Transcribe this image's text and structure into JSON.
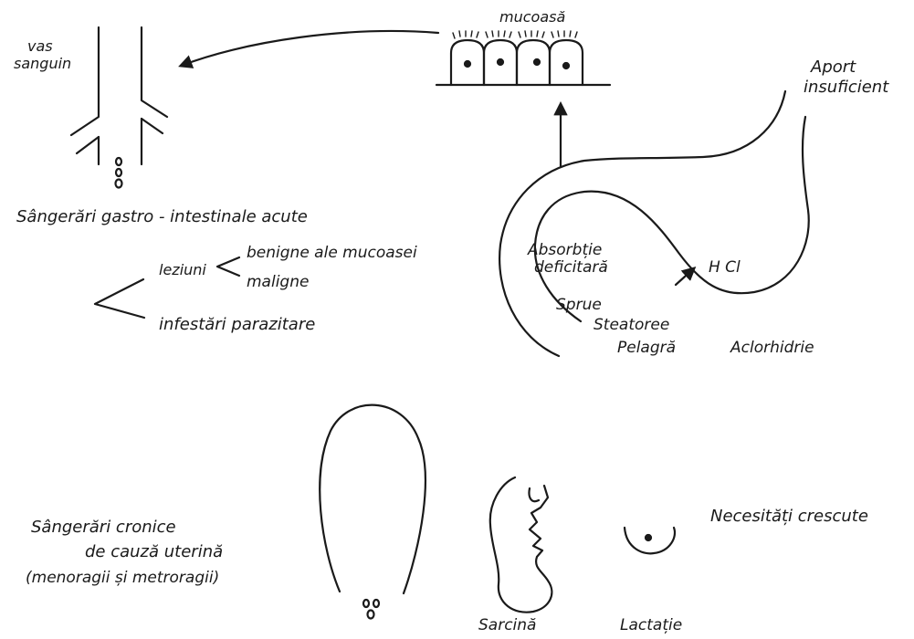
{
  "labels": {
    "mucoasa": "mucoasă",
    "vas_line1": "vas",
    "vas_line2": "sanguin",
    "aport_line1": "Aport",
    "aport_line2": "insuficient",
    "sangerari_acute": "Sângerări gastro - intestinale acute",
    "leziuni": "leziuni",
    "benigne": "benigne ale mucoasei",
    "maligne": "maligne",
    "infestari": "infestări parazitare",
    "absorbtie_line1": "Absorbție",
    "absorbtie_line2": "deficitară",
    "hcl": "H Cl",
    "sprue": "Sprue",
    "steatoree": "Steatoree",
    "pelagra": "Pelagră",
    "aclorhidrie": "Aclorhidrie",
    "sangerari_cronice_line1": "Sângerări cronice",
    "sangerari_cronice_line2": "de cauză uterină",
    "sangerari_cronice_line3": "(menoragii și metroragii)",
    "necesitati": "Necesități crescute",
    "sarcina": "Sarcină",
    "lactatie": "Lactație"
  }
}
